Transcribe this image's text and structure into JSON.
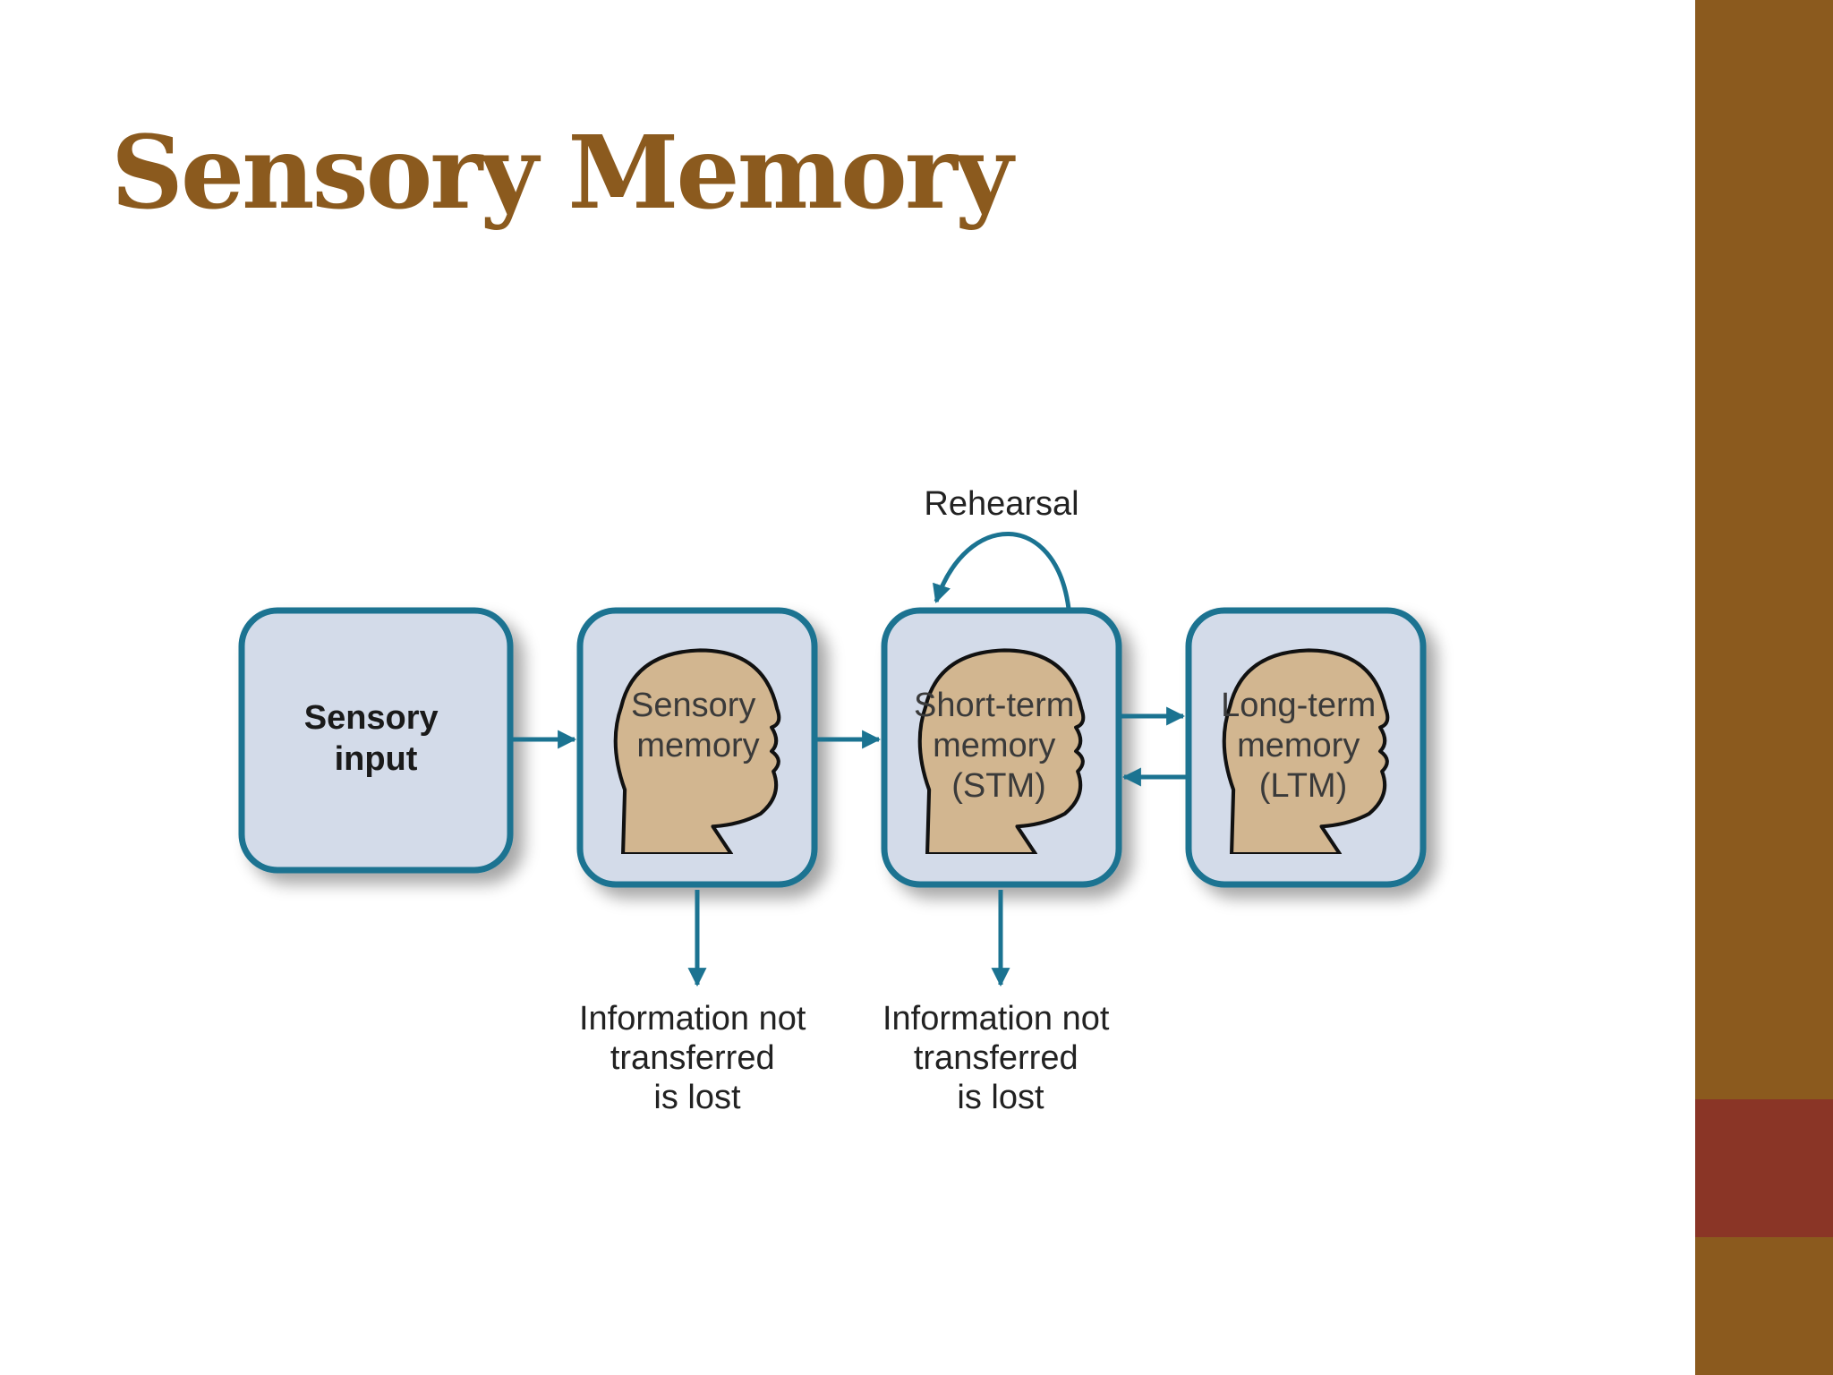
{
  "slide": {
    "title": "Sensory Memory",
    "accent_color": "#8b5a1e",
    "secondary_accent_color": "#8a3526"
  },
  "diagram": {
    "rehearsal_label": "Rehearsal",
    "boxes": [
      {
        "id": "sensory-input",
        "lines": [
          "Sensory",
          "input"
        ],
        "has_head": false
      },
      {
        "id": "sensory-memory",
        "lines": [
          "Sensory",
          "memory"
        ],
        "has_head": true
      },
      {
        "id": "stm",
        "lines": [
          "Short-term",
          "memory",
          "(STM)"
        ],
        "has_head": true
      },
      {
        "id": "ltm",
        "lines": [
          "Long-term",
          "memory",
          "(LTM)"
        ],
        "has_head": true
      }
    ],
    "loss_labels": [
      {
        "lines": [
          "Information not",
          "transferred",
          "is lost"
        ]
      },
      {
        "lines": [
          "Information not",
          "transferred",
          "is lost"
        ]
      }
    ],
    "colors": {
      "box_fill": "#d3dbe9",
      "box_stroke": "#1b7391",
      "head_fill": "#d2b690",
      "arrow": "#1b7391"
    }
  }
}
